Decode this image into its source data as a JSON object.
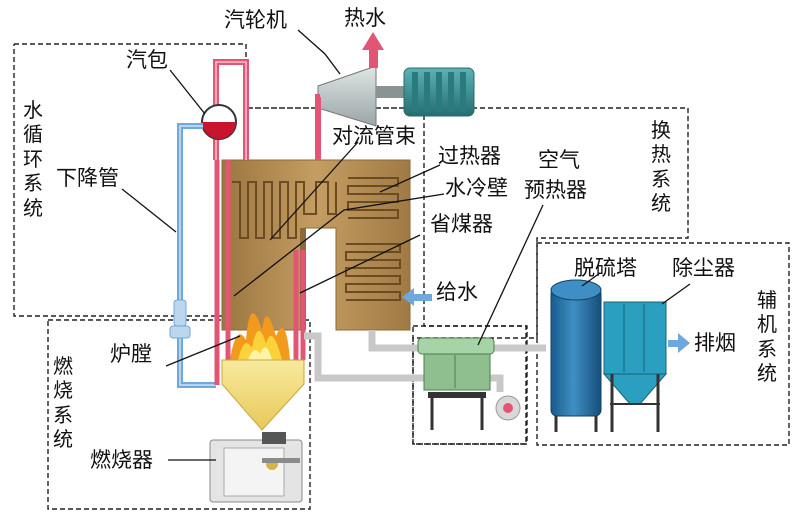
{
  "labels": {
    "steam_turbine": "汽轮机",
    "hot_water": "热水",
    "steam_drum": "汽包",
    "downcomer": "下降管",
    "convection_bank": "对流管束",
    "superheater": "过热器",
    "water_wall": "水冷壁",
    "economizer": "省煤器",
    "air": "空气",
    "preheater": "预热器",
    "feed_water": "给水",
    "desulfurization_tower": "脱硫塔",
    "dust_collector": "除尘器",
    "flue_exhaust": "排烟",
    "furnace": "炉膛",
    "burner": "燃烧器"
  },
  "systems": {
    "water_circulation": "水循环系统",
    "heat_exchange": "换热系统",
    "auxiliary": "辅机系统",
    "combustion": "燃烧系统"
  },
  "colors": {
    "boiler_body": "#b08a50",
    "hot_pipe": "#e25575",
    "cold_pipe": "#6fa8dc",
    "gray_pipe": "#c8c8c8",
    "turbine": "#b9c4c4",
    "generator": "#3a8f93",
    "flame": "#f29a1e",
    "hopper": "#f5e59a",
    "tower": "#1e6fa8",
    "dust_collector": "#2a9fc0",
    "preheater": "#8fbf8f",
    "arrow": "#e25575",
    "feed_arrow": "#6fa8dc"
  }
}
